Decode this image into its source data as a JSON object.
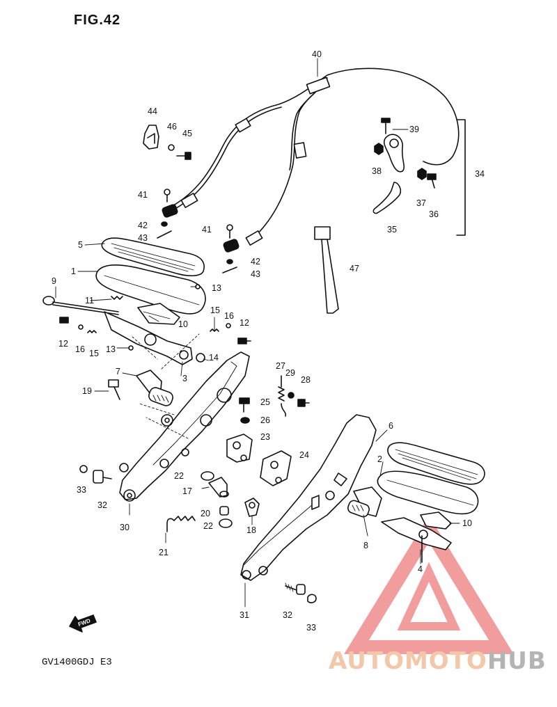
{
  "figure": {
    "title": "FIG.42",
    "model": "GV1400GDJ E3",
    "fwd_label": "FWD"
  },
  "watermark": {
    "text_part1": "AUTOMOTO",
    "text_part2": "HUB",
    "color_triangle": "#f08c8c",
    "color_text1": "#f3c7a9",
    "color_text2": "#b4b4b4"
  },
  "callouts": [
    {
      "id": "c40",
      "label": "40"
    },
    {
      "id": "c39",
      "label": "39"
    },
    {
      "id": "c34",
      "label": "34"
    },
    {
      "id": "c38",
      "label": "38"
    },
    {
      "id": "c37",
      "label": "37"
    },
    {
      "id": "c36",
      "label": "36"
    },
    {
      "id": "c35",
      "label": "35"
    },
    {
      "id": "c44",
      "label": "44"
    },
    {
      "id": "c46",
      "label": "46"
    },
    {
      "id": "c45",
      "label": "45"
    },
    {
      "id": "c41a",
      "label": "41"
    },
    {
      "id": "c42a",
      "label": "42"
    },
    {
      "id": "c43a",
      "label": "43"
    },
    {
      "id": "c41b",
      "label": "41"
    },
    {
      "id": "c42b",
      "label": "42"
    },
    {
      "id": "c43b",
      "label": "43"
    },
    {
      "id": "c47",
      "label": "47"
    },
    {
      "id": "c5",
      "label": "5"
    },
    {
      "id": "c1",
      "label": "1"
    },
    {
      "id": "c13a",
      "label": "13"
    },
    {
      "id": "c9",
      "label": "9"
    },
    {
      "id": "c11",
      "label": "11"
    },
    {
      "id": "c10a",
      "label": "10"
    },
    {
      "id": "c15a",
      "label": "15"
    },
    {
      "id": "c16a",
      "label": "16"
    },
    {
      "id": "c12a",
      "label": "12"
    },
    {
      "id": "c12b",
      "label": "12"
    },
    {
      "id": "c16b",
      "label": "16"
    },
    {
      "id": "c15b",
      "label": "15"
    },
    {
      "id": "c13b",
      "label": "13"
    },
    {
      "id": "c14",
      "label": "14"
    },
    {
      "id": "c7",
      "label": "7"
    },
    {
      "id": "c3",
      "label": "3"
    },
    {
      "id": "c19",
      "label": "19"
    },
    {
      "id": "c27",
      "label": "27"
    },
    {
      "id": "c29",
      "label": "29"
    },
    {
      "id": "c28",
      "label": "28"
    },
    {
      "id": "c25",
      "label": "25"
    },
    {
      "id": "c26",
      "label": "26"
    },
    {
      "id": "c23",
      "label": "23"
    },
    {
      "id": "c24",
      "label": "24"
    },
    {
      "id": "c6",
      "label": "6"
    },
    {
      "id": "c2",
      "label": "2"
    },
    {
      "id": "c10b",
      "label": "10"
    },
    {
      "id": "c22a",
      "label": "22"
    },
    {
      "id": "c17",
      "label": "17"
    },
    {
      "id": "c33a",
      "label": "33"
    },
    {
      "id": "c32a",
      "label": "32"
    },
    {
      "id": "c30",
      "label": "30"
    },
    {
      "id": "c20",
      "label": "20"
    },
    {
      "id": "c22b",
      "label": "22"
    },
    {
      "id": "c18",
      "label": "18"
    },
    {
      "id": "c8",
      "label": "8"
    },
    {
      "id": "c4",
      "label": "4"
    },
    {
      "id": "c21",
      "label": "21"
    },
    {
      "id": "c31",
      "label": "31"
    },
    {
      "id": "c32b",
      "label": "32"
    },
    {
      "id": "c33b",
      "label": "33"
    }
  ]
}
